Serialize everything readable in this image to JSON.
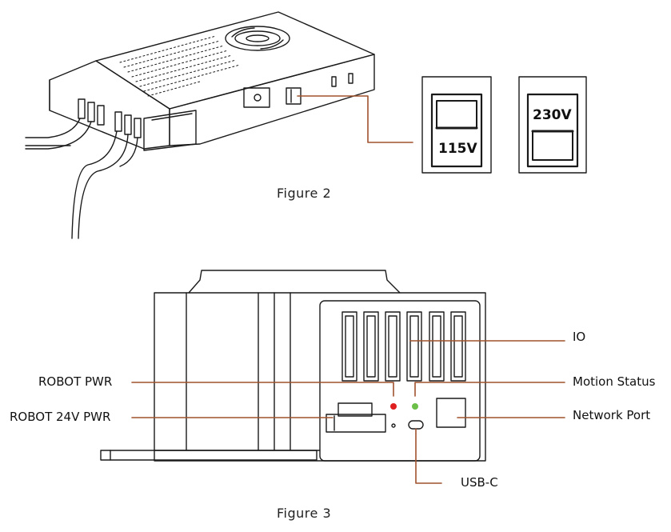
{
  "figure2": {
    "caption": "Figure 2",
    "switch_115": "115V",
    "switch_230": "230V"
  },
  "figure3": {
    "caption": "Figure 3",
    "callouts": {
      "io": "IO",
      "robot_pwr": "ROBOT PWR",
      "motion_status": "Motion Status",
      "robot_24v_pwr": "ROBOT 24V PWR",
      "network_port": "Network Port",
      "usb_c": "USB-C"
    }
  },
  "colors": {
    "leader_line": "#a0522d",
    "led_red": "#e02020",
    "led_green": "#6cc04a",
    "stroke": "#1a1a1a"
  }
}
